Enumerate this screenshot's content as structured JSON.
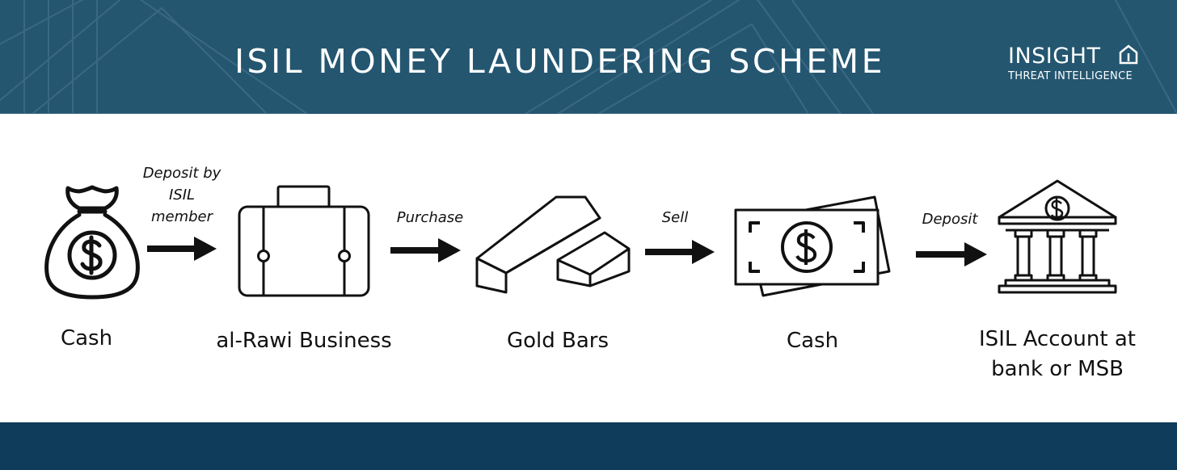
{
  "title": "ISIL MONEY LAUNDERING SCHEME",
  "logo": {
    "name": "INSIGHT",
    "subtitle": "THREAT INTELLIGENCE"
  },
  "colors": {
    "header": "#245670",
    "footer": "#0e3c5a",
    "ink": "#111111"
  },
  "nodes": [
    {
      "label": "Cash",
      "icon": "money-bag-icon"
    },
    {
      "label": "al-Rawi Business",
      "icon": "briefcase-icon"
    },
    {
      "label": "Gold Bars",
      "icon": "gold-bars-icon"
    },
    {
      "label": "Cash",
      "icon": "banknotes-icon"
    },
    {
      "label": "ISIL Account at bank or MSB",
      "icon": "bank-icon"
    }
  ],
  "edges": [
    {
      "from": 0,
      "to": 1,
      "label": "Deposit by ISIL member"
    },
    {
      "from": 1,
      "to": 2,
      "label": "Purchase"
    },
    {
      "from": 2,
      "to": 3,
      "label": "Sell"
    },
    {
      "from": 3,
      "to": 4,
      "label": "Deposit"
    }
  ]
}
